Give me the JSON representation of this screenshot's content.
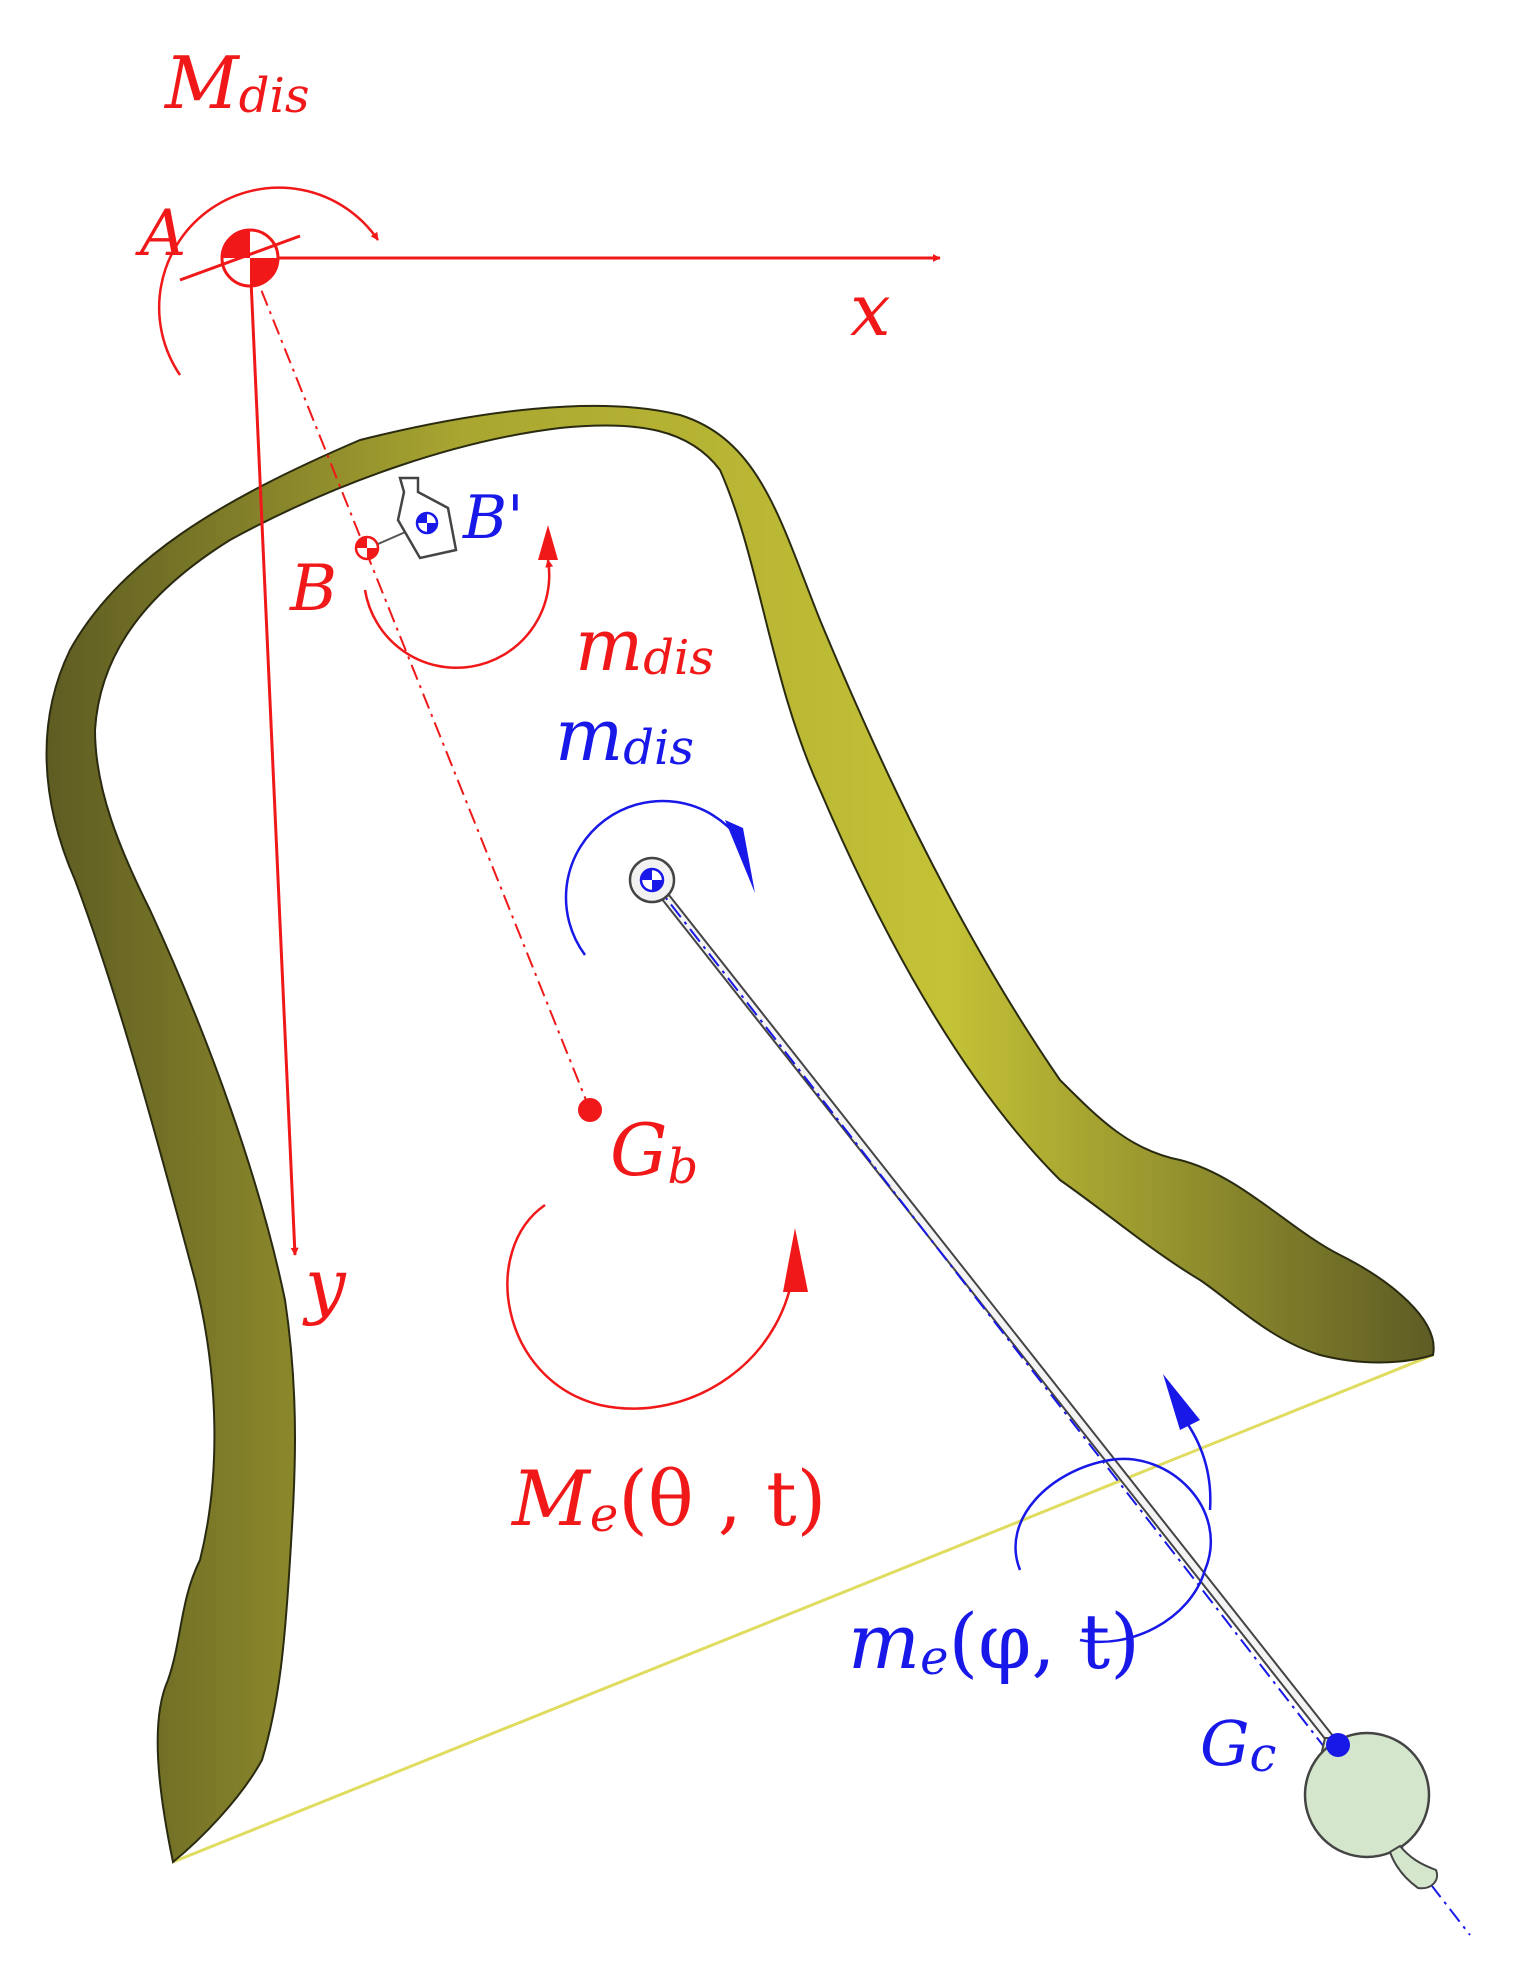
{
  "labels": {
    "M": "M",
    "M_dis_sub": "dis",
    "A": "A",
    "x": "x",
    "y": "y",
    "B": "B",
    "B_prime": "B'",
    "m": "m",
    "m_dis_sub": "dis",
    "m_blue": "m",
    "m_blue_sub": "dis",
    "G": "G",
    "G_b_sub": "b",
    "Me_M": "M",
    "Me_sub": "e",
    "Me_args": "(θ , t)",
    "me_m": "m",
    "me_sub": "e",
    "me_args": "(φ, t)",
    "Gc_G": "G",
    "Gc_sub": "c"
  },
  "colors": {
    "red": "#f01818",
    "blue": "#1818e8",
    "bell_light": "#c2bf34",
    "bell_dark": "#6a6828",
    "mouth_line": "#e0dc60",
    "clapper_ball": "#d4e6cc"
  }
}
